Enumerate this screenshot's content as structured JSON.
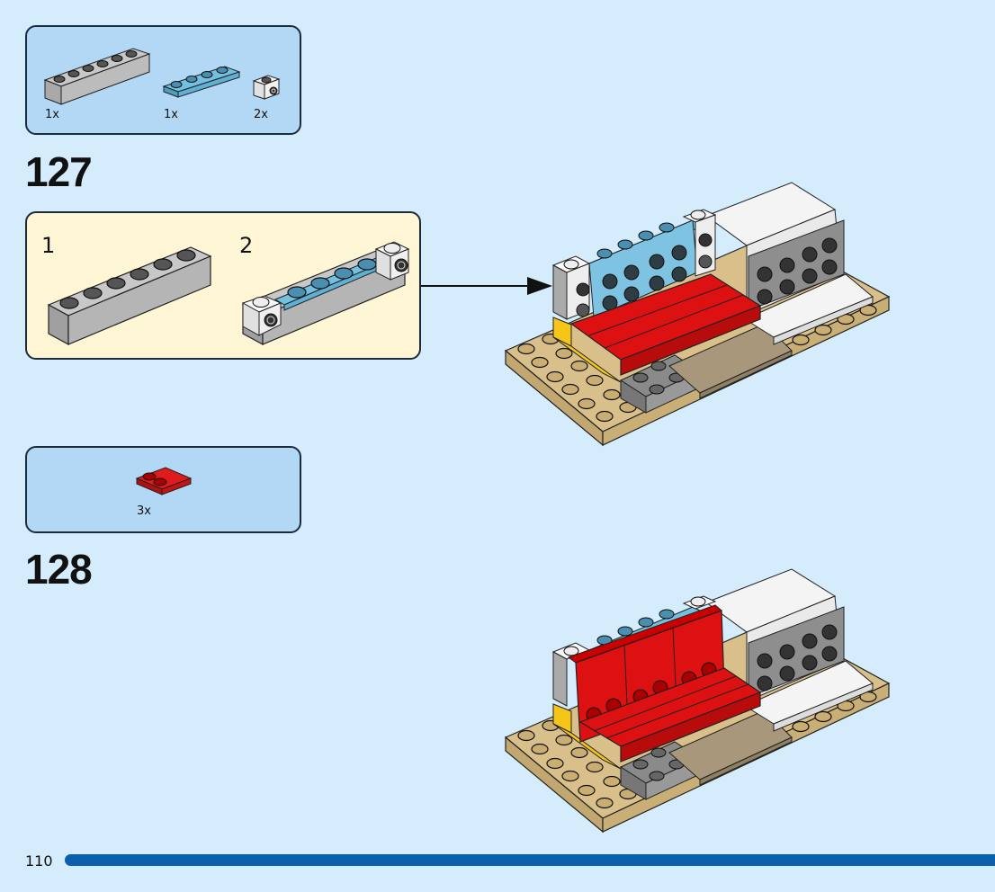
{
  "page": {
    "number": "110",
    "progress_percent": 100,
    "colors": {
      "background": "#d4ecfb",
      "parts_box": "#b3d8f5",
      "subassembly_box": "#fff6d5",
      "progress": "#0b5fad"
    }
  },
  "steps": [
    {
      "number": "127",
      "parts": [
        {
          "name": "1x6 brick, light grey",
          "quantity": "1x"
        },
        {
          "name": "1x4 plate, medium azure",
          "quantity": "1x"
        },
        {
          "name": "1x1 brick with side stud, white",
          "quantity": "2x"
        }
      ],
      "subassembly": {
        "substeps": [
          {
            "number": "1"
          },
          {
            "number": "2"
          }
        ]
      }
    },
    {
      "number": "128",
      "parts": [
        {
          "name": "2x2 plate with 2 studs, red",
          "quantity": "3x"
        }
      ]
    }
  ]
}
